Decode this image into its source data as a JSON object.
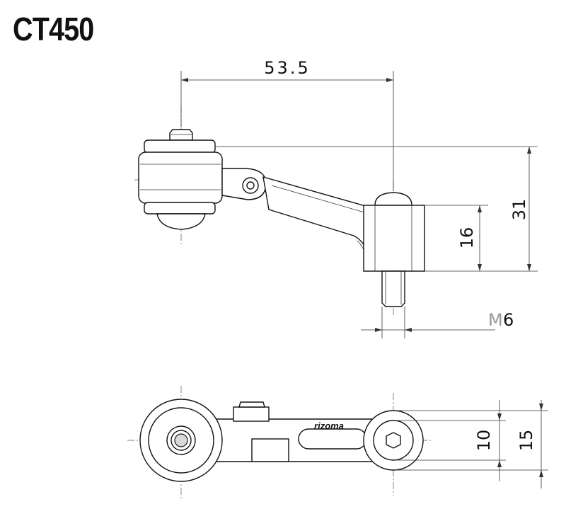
{
  "title": "CT450",
  "dimensions": {
    "width_center_to_center": "53.5",
    "total_height": "31",
    "mount_height": "16",
    "thread_prefix": "M",
    "thread_size": "6",
    "top_outer_width": "15",
    "top_inner_width": "10"
  },
  "brand_mark": "rizoma"
}
